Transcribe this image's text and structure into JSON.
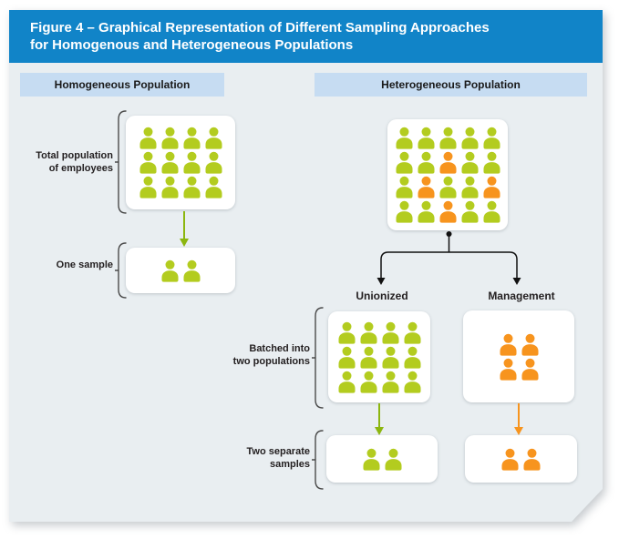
{
  "title": {
    "line1": "Figure 4 – Graphical Representation of Different Sampling Approaches",
    "line2": "for Homogenous and Heterogeneous Populations"
  },
  "colors": {
    "title_bar_blue": "#1184c8",
    "header_bar_blue": "#c6dcf2",
    "figure_background": "#e9eef1",
    "green": "#b3cc1f",
    "green_arrow": "#8cb60f",
    "orange": "#f7941e",
    "label_text": "#231f20"
  },
  "left_column": {
    "header": "Homogeneous Population",
    "total_population": {
      "label_lines": [
        "Total population",
        "of employees"
      ],
      "grid": {
        "rows": 3,
        "cols": 4,
        "color": "green"
      }
    },
    "one_sample": {
      "label_lines": [
        "One sample"
      ],
      "grid": {
        "rows": 1,
        "cols": 2,
        "color": "green"
      }
    }
  },
  "right_column": {
    "header": "Heterogeneous Population",
    "population": {
      "grid": {
        "rows": 4,
        "cols": 5,
        "color": "green",
        "accent_color": "orange",
        "accent_cells": [
          [
            1,
            2
          ],
          [
            2,
            1
          ],
          [
            2,
            4
          ],
          [
            3,
            2
          ]
        ]
      }
    },
    "branches": {
      "unionized_label": "Unionized",
      "management_label": "Management"
    },
    "batched": {
      "label_lines": [
        "Batched into",
        "two populations"
      ],
      "unionized_grid": {
        "rows": 3,
        "cols": 4,
        "color": "green"
      },
      "management_grid": {
        "rows": 2,
        "cols": 2,
        "color": "orange"
      }
    },
    "samples": {
      "label_lines": [
        "Two separate",
        "samples"
      ],
      "unionized_grid": {
        "rows": 1,
        "cols": 2,
        "color": "green"
      },
      "management_grid": {
        "rows": 1,
        "cols": 2,
        "color": "orange"
      }
    }
  }
}
